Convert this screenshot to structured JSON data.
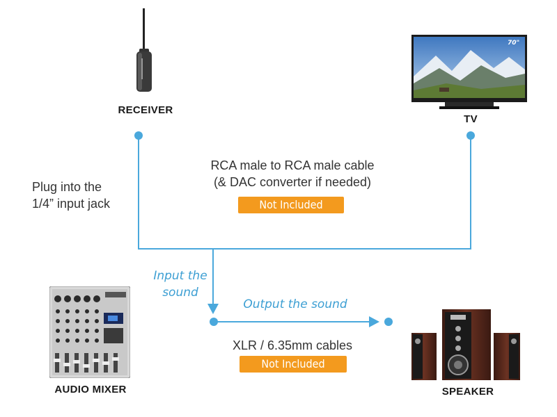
{
  "devices": {
    "receiver": "RECEIVER",
    "tv": "TV",
    "tv_size": "70\"",
    "mixer": "AUDIO MIXER",
    "speaker": "SPEAKER"
  },
  "notes": {
    "plug_line1": "Plug into the",
    "plug_line2": "1/4” input jack",
    "rca_line1": "RCA male to RCA male cable",
    "rca_line2": "(& DAC converter if needed)",
    "xlr": "XLR / 6.35mm cables"
  },
  "badges": {
    "top": "Not Included",
    "bottom": "Not Included"
  },
  "flow": {
    "input_line1": "Input the",
    "input_line2": "sound",
    "output": "Output the sound"
  },
  "colors": {
    "line": "#4aa8dc",
    "badge": "#f39a1e",
    "label_blue": "#3d9fd3"
  }
}
